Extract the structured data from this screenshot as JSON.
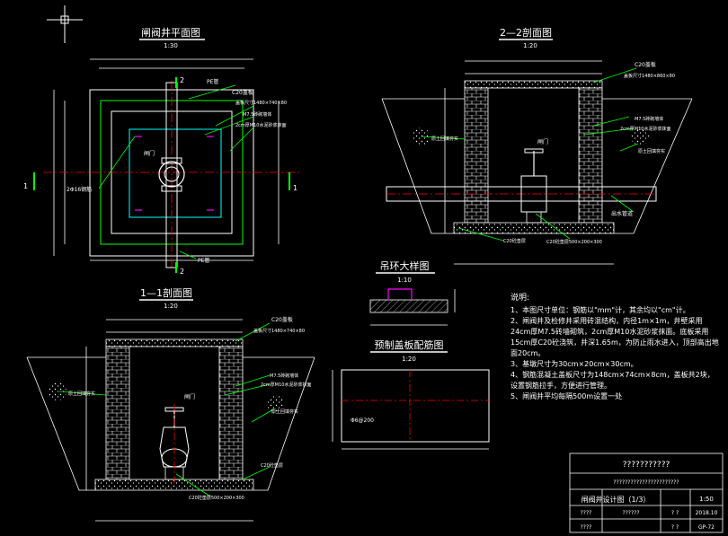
{
  "titles": {
    "plan": "闸阀井平面图",
    "section22": "2—2剖面图",
    "section11": "1—1剖面图",
    "ring": "吊环大样图",
    "cover": "预制盖板配筋图"
  },
  "scales": {
    "plan": "1:30",
    "section22": "1:20",
    "section11": "1:20",
    "ring": "1:10",
    "cover": "1:20"
  },
  "labels": {
    "c20_cover": "C20盖板",
    "cover_size": "盖板尺寸1480×740×80",
    "cover_size2": "盖板尺寸1480×860×80",
    "m7_brick": "M7.5砖砌墙体",
    "plaster": "2cm厚M10水泥砂浆抹面",
    "rebar": "2Φ16钢筋",
    "valve": "闸门",
    "pe_pipe": "PE管",
    "soil_backfill": "原土回填夯实",
    "outlet_pipe": "出水管道",
    "c20_base": "C20砼垫层",
    "c20_base_size": "C20砼垫层500×200×300",
    "mark1": "1",
    "mark2": "2",
    "phi_spacing": "Φ6@200"
  },
  "notes": {
    "title": "说明:",
    "items": [
      "1、本图尺寸单位：钢筋以\"mm\"计，其余均以\"cm\"计。",
      "2、闸阀井及检修井采用砖混结构，内径1m×1m，井壁采用24cm厚M7.5砖墙砌筑，2cm厚M10水泥砂浆抹面。底板采用15cm厚C20砼浇筑，井深1.65m，为防止雨水进入，顶部高出地面20cm。",
      "3、基墩尺寸为30cm×20cm×30cm。",
      "4、钢筋混凝土盖板尺寸为148cm×74cm×8cm，盖板共2块，设置钢筋拉手，方便进行管理。",
      "5、闸阀井平均每隔500m设置一处"
    ]
  },
  "title_block": {
    "company": "???????????",
    "project": "???????????????????????",
    "drawing_name": "闸阀井设计图（1/3）",
    "scale": "1:50",
    "row2_a": "????",
    "row2_b": "??????",
    "row2_c": "? ?",
    "date": "2018.10",
    "row3_a": "????",
    "row3_c": "? ?",
    "drawing_no": "GP-72"
  },
  "colors": {
    "background": "#000000",
    "line": "#ffffff",
    "green": "#00ff00",
    "magenta": "#ff00ff",
    "red": "#ff0000",
    "cyan": "#00ffff",
    "yellow": "#ffff00"
  }
}
